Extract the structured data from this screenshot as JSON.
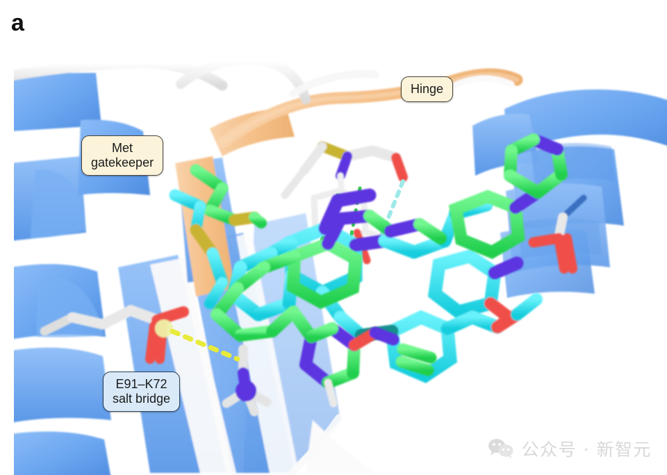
{
  "panel": {
    "label": "a"
  },
  "figure": {
    "type": "protein-ligand-structure",
    "description": "Kinase ATP-site with two superimposed co-crystallised ligands",
    "background": "#ffffff"
  },
  "callouts": [
    {
      "id": "hinge",
      "text": "Hinge",
      "style": "cream",
      "background": "#fbf3da",
      "border": "#4a4338"
    },
    {
      "id": "met-gatekeeper",
      "text": "Met\ngatekeeper",
      "style": "cream",
      "background": "#fbf3da",
      "border": "#4a4338"
    },
    {
      "id": "salt-bridge",
      "text": "E91–K72\nsalt bridge",
      "style": "blue",
      "background": "#d9e9f8",
      "border": "#2b3f55"
    }
  ],
  "palette": {
    "helix_sheet_blue": "#6aa5f0",
    "hinge_loop_orange": "#f5c089",
    "loop_white": "#f2f2f2",
    "ligand_carbon_cyan": "#2ae2f0",
    "ligand_carbon_green": "#3de86a",
    "residue_carbon_white": "#e8e8e8",
    "nitrogen_blue": "#5b35e0",
    "oxygen_red": "#f0504a",
    "sulfur_yellow": "#c8b432",
    "hbond_cyan": "#9fe8e8",
    "hbond_green": "#36c84b",
    "saltbridge_yellow": "#e8ea3a"
  },
  "watermark": {
    "text": "公众号 · 新智元",
    "icon": "wechat-icon",
    "color": "#b9b9b9"
  }
}
